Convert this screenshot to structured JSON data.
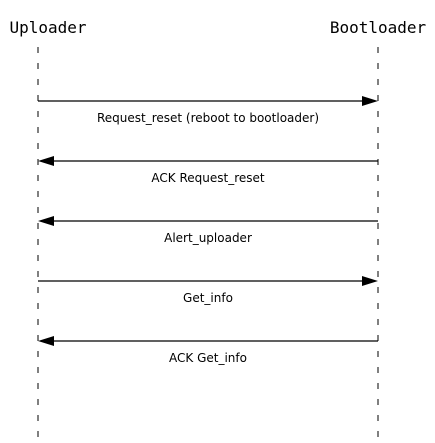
{
  "participants": {
    "uploader": "Uploader",
    "bootloader": "Bootloader"
  },
  "messages": [
    {
      "from": "uploader",
      "to": "bootloader",
      "label": "Request_reset (reboot to bootloader)"
    },
    {
      "from": "bootloader",
      "to": "uploader",
      "label": "ACK Request_reset"
    },
    {
      "from": "bootloader",
      "to": "uploader",
      "label": "Alert_uploader"
    },
    {
      "from": "uploader",
      "to": "bootloader",
      "label": "Get_info"
    },
    {
      "from": "bootloader",
      "to": "uploader",
      "label": "ACK Get_info"
    }
  ]
}
